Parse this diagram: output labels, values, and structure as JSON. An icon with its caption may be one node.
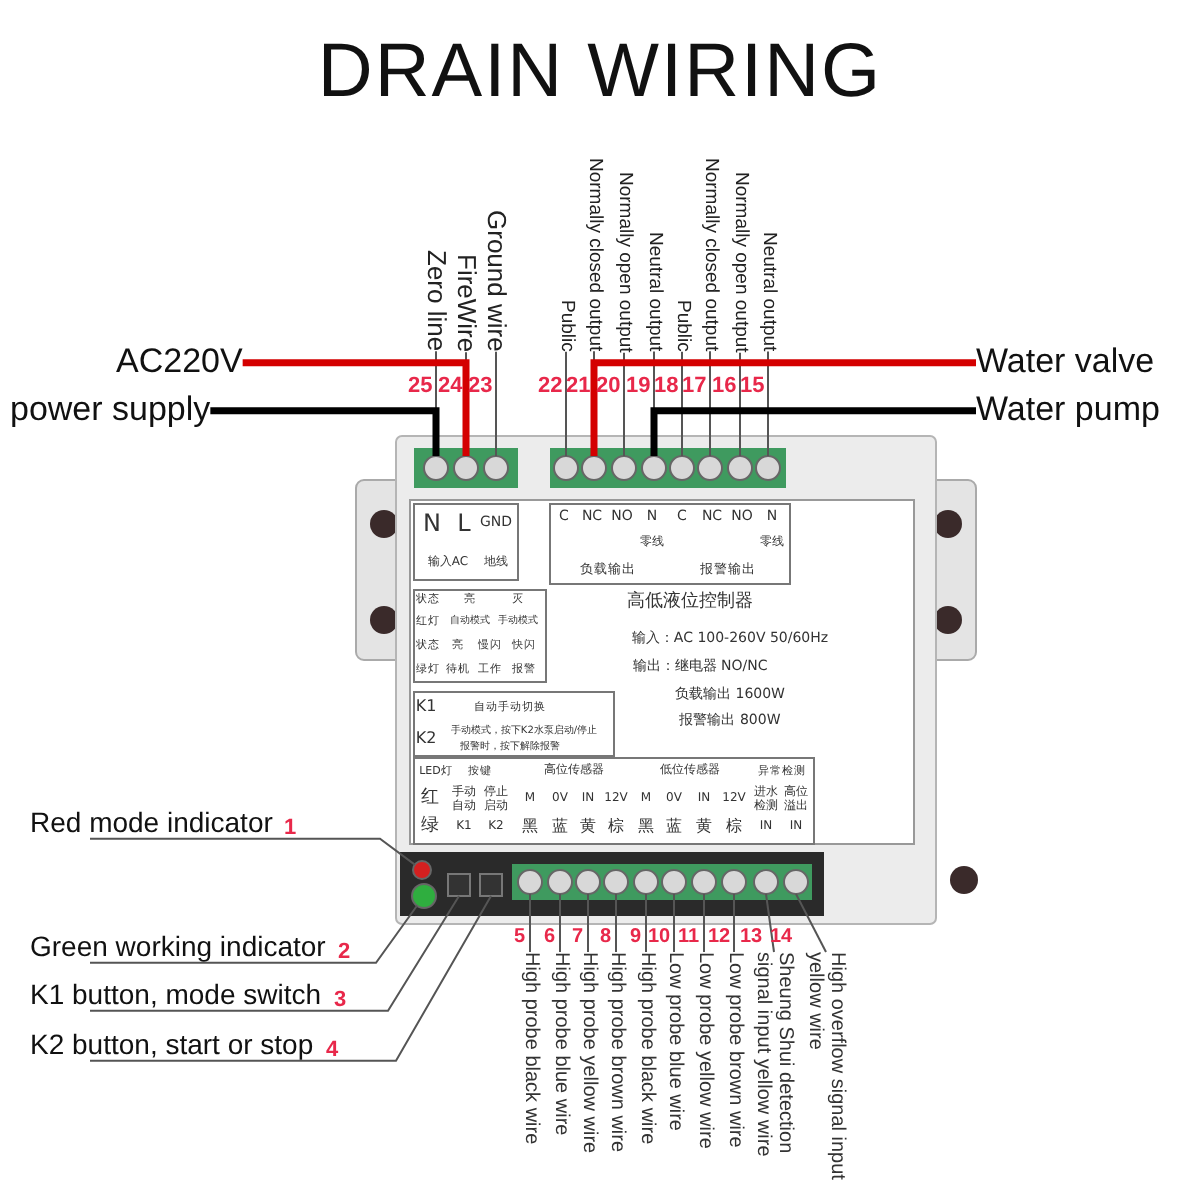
{
  "diagram": {
    "title": "DRAIN WIRING",
    "nodes": [
      {
        "text": [
          "Zero line"
        ],
        "beside": [
          "25"
        ]
      },
      {
        "text": [
          "FireWire"
        ],
        "beside": [
          "24"
        ]
      },
      {
        "text": [
          "Ground wire"
        ],
        "beside": [
          "23"
        ]
      },
      {
        "text": [
          "Public"
        ],
        "beside": [
          "22"
        ]
      },
      {
        "text": [
          "Normally closed output"
        ],
        "beside": [
          "21"
        ]
      },
      {
        "text": [
          "Normally open output"
        ],
        "beside": [
          "20"
        ]
      },
      {
        "text": [
          "Neutral output"
        ],
        "beside": [
          "19"
        ]
      },
      {
        "text": [
          "Public"
        ],
        "beside": [
          "18"
        ]
      },
      {
        "text": [
          "Normally closed output"
        ],
        "beside": [
          "17"
        ]
      },
      {
        "text": [
          "Normally open output"
        ],
        "beside": [
          "16"
        ]
      },
      {
        "text": [
          "Neutral output"
        ],
        "beside": [
          "15"
        ]
      },
      {
        "text": [
          "Red mode indicator"
        ],
        "beside": [
          "1"
        ]
      },
      {
        "text": [
          "Green working indicator"
        ],
        "beside": [
          "2"
        ]
      },
      {
        "text": [
          "K1 button, mode switch"
        ],
        "beside": [
          "3"
        ]
      },
      {
        "text": [
          "K2 button, start or stop"
        ],
        "beside": [
          "4"
        ]
      },
      {
        "text": [
          "High probe black wire"
        ],
        "beside": [
          "5"
        ]
      },
      {
        "text": [
          "High probe blue wire"
        ],
        "beside": [
          "6"
        ]
      },
      {
        "text": [
          "High probe yellow wire"
        ],
        "beside": [
          "7"
        ]
      },
      {
        "text": [
          "High probe brown wire"
        ],
        "beside": [
          "8"
        ]
      },
      {
        "text": [
          "High probe black wire"
        ],
        "beside": [
          "9"
        ]
      },
      {
        "text": [
          "Low probe blue wire"
        ],
        "beside": [
          "10"
        ]
      },
      {
        "text": [
          "Low probe yellow wire"
        ],
        "beside": [
          "11"
        ]
      },
      {
        "text": [
          "Low probe brown wire"
        ],
        "beside": [
          "12"
        ]
      },
      {
        "text": [
          "Sheung Shui detection signal input yellow wire"
        ],
        "beside": [
          "13"
        ]
      },
      {
        "text": [
          "High overflow signal input yellow wire"
        ],
        "beside": [
          "14"
        ]
      },
      {
        "text": [
          "AC220V"
        ]
      },
      {
        "text": [
          "power supply"
        ]
      },
      {
        "text": [
          "Water valve"
        ]
      },
      {
        "text": [
          "Water pump"
        ]
      },
      {
        "text": [],
        "shape": "circle"
      },
      {
        "text": [],
        "shape": "circle"
      },
      {
        "text": [],
        "shape": "circle"
      },
      {
        "text": [],
        "shape": "circle"
      },
      {
        "text": [],
        "shape": "circle"
      },
      {
        "text": [],
        "shape": "circle"
      },
      {
        "text": [],
        "shape": "circle"
      },
      {
        "text": [],
        "shape": "circle"
      },
      {
        "text": [],
        "shape": "circle"
      },
      {
        "text": [],
        "shape": "circle"
      },
      {
        "text": [],
        "shape": "circle"
      },
      {
        "text": [],
        "shape": "circle"
      },
      {
        "text": [],
        "shape": "circle"
      },
      {
        "text": [],
        "shape": "box"
      },
      {
        "text": [],
        "shape": "box"
      },
      {
        "text": [],
        "shape": "circle"
      },
      {
        "text": [],
        "shape": "circle"
      },
      {
        "text": [],
        "shape": "circle"
      },
      {
        "text": [],
        "shape": "circle"
      },
      {
        "text": [],
        "shape": "circle"
      },
      {
        "text": [],
        "shape": "circle"
      },
      {
        "text": [],
        "shape": "circle"
      },
      {
        "text": [],
        "shape": "circle"
      },
      {
        "text": [],
        "shape": "circle"
      },
      {
        "text": [],
        "shape": "circle"
      }
    ],
    "edges": [
      {
        "from": 0,
        "to": 29,
        "arrow": "none"
      },
      {
        "from": 1,
        "to": 30,
        "arrow": "none"
      },
      {
        "from": 2,
        "to": 31,
        "arrow": "none"
      },
      {
        "from": 3,
        "to": 32,
        "arrow": "none"
      },
      {
        "from": 4,
        "to": 33,
        "arrow": "none"
      },
      {
        "from": 5,
        "to": 34,
        "arrow": "none"
      },
      {
        "from": 6,
        "to": 35,
        "arrow": "none"
      },
      {
        "from": 7,
        "to": 36,
        "arrow": "none"
      },
      {
        "from": 8,
        "to": 37,
        "arrow": "none"
      },
      {
        "from": 9,
        "to": 38,
        "arrow": "none"
      },
      {
        "from": 10,
        "to": 39,
        "arrow": "none"
      },
      {
        "from": 11,
        "to": 40,
        "arrow": "none"
      },
      {
        "from": 12,
        "to": 41,
        "arrow": "none"
      },
      {
        "from": 13,
        "to": 42,
        "arrow": "none"
      },
      {
        "from": 14,
        "to": 43,
        "arrow": "none"
      },
      {
        "from": 15,
        "to": 44,
        "arrow": "none"
      },
      {
        "from": 16,
        "to": 45,
        "arrow": "none"
      },
      {
        "from": 17,
        "to": 46,
        "arrow": "none"
      },
      {
        "from": 18,
        "to": 47,
        "arrow": "none"
      },
      {
        "from": 19,
        "to": 48,
        "arrow": "none"
      },
      {
        "from": 20,
        "to": 49,
        "arrow": "none"
      },
      {
        "from": 21,
        "to": 50,
        "arrow": "none"
      },
      {
        "from": 22,
        "to": 51,
        "arrow": "none"
      },
      {
        "from": 23,
        "to": 52,
        "arrow": "none"
      },
      {
        "from": 24,
        "to": 53,
        "arrow": "none"
      },
      {
        "from": 25,
        "to": 30,
        "arrow": "none",
        "style": "thick",
        "color": "#d40000"
      },
      {
        "from": 26,
        "to": 29,
        "arrow": "none",
        "style": "thick",
        "color": "#000000"
      },
      {
        "from": 27,
        "to": 33,
        "arrow": "none",
        "style": "thick",
        "color": "#d40000"
      },
      {
        "from": 28,
        "to": 35,
        "arrow": "none",
        "style": "thick",
        "color": "#000000"
      }
    ],
    "labels": [
      "N",
      "L",
      "GND",
      "C",
      "NC",
      "NO",
      "N",
      "C",
      "NC",
      "NO",
      "N",
      "输入AC",
      "地线",
      "零线",
      "零线",
      "负载输出",
      "报警输出",
      "高低液位控制器",
      "状态",
      "亮",
      "灭",
      "红灯",
      "自动模式",
      "手动模式",
      "状态",
      "亮",
      "慢闪",
      "快闪",
      "绿灯",
      "待机",
      "工作",
      "报警",
      "输入：AC 100-260V 50/60Hz",
      "输出：继电器 NO/NC",
      "负载输出 1600W",
      "报警输出 800W",
      "K1",
      "自动手动切换",
      "K2",
      "手动模式，按下K2水泵启动/停止",
      "报警时，按下解除报警",
      "LED灯",
      "按键",
      "高位传感器",
      "低位传感器",
      "异常检测",
      "红",
      "手动自动",
      "停止启动",
      "M",
      "0V",
      "IN",
      "12V",
      "M",
      "0V",
      "IN",
      "12V",
      "进水检测",
      "高位溢出",
      "绿",
      "K1",
      "K2",
      "黑",
      "蓝",
      "黄",
      "棕",
      "黑",
      "蓝",
      "黄",
      "棕",
      "IN",
      "IN"
    ]
  }
}
